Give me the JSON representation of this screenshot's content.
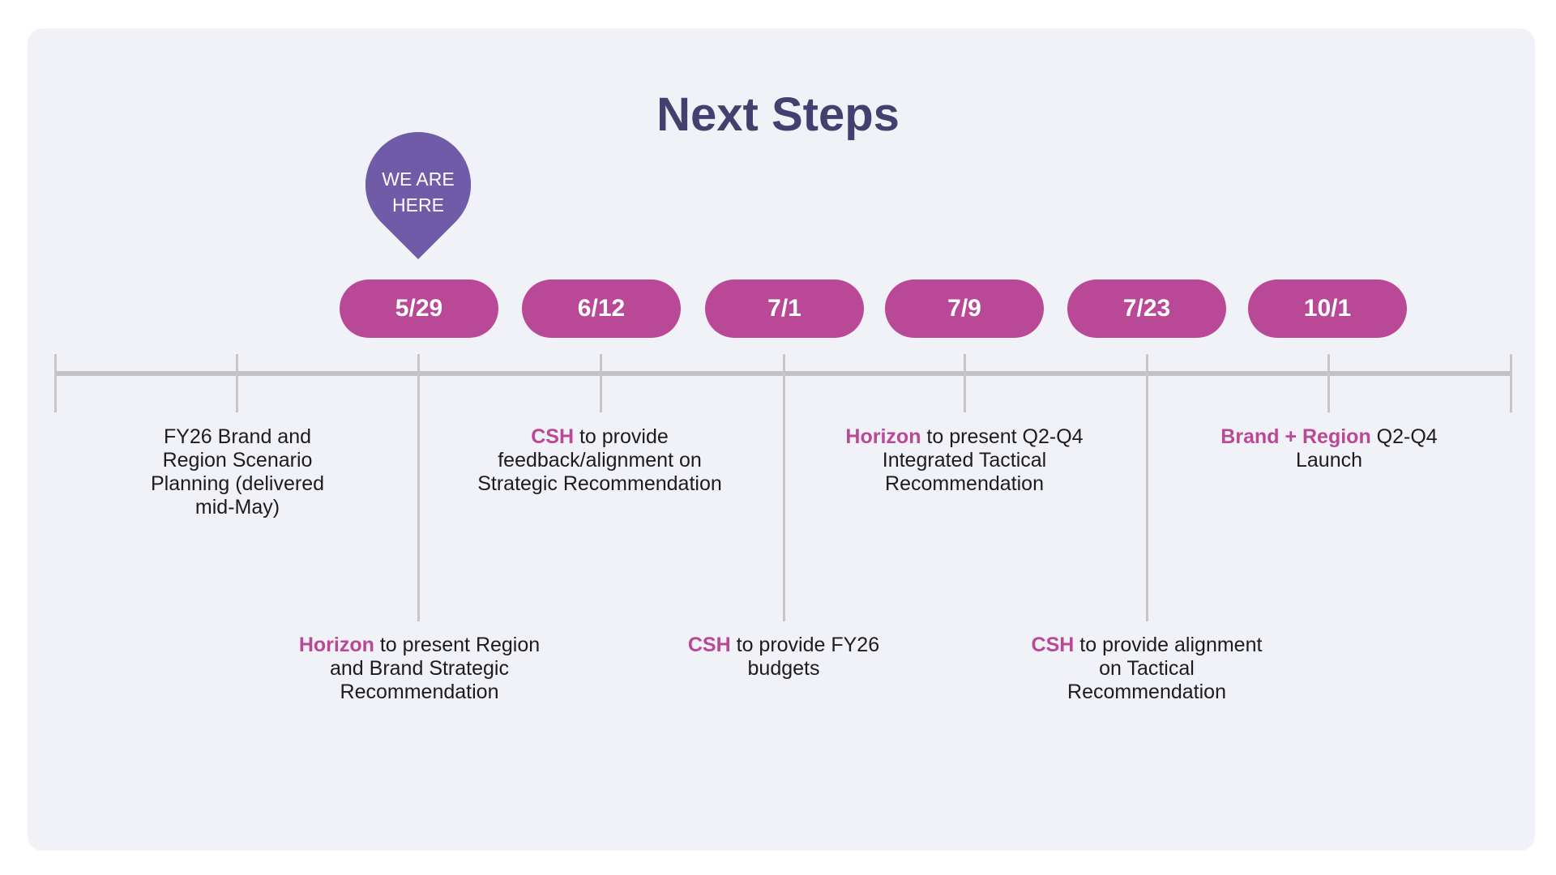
{
  "slide": {
    "title": "Next Steps"
  },
  "marker": {
    "line1": "WE ARE",
    "line2": "HERE",
    "color": "#6f5ba8"
  },
  "colors": {
    "accent": "#b94896",
    "title": "#433f6f",
    "axis": "#c3c3c6",
    "background": "#f1f2f7"
  },
  "milestones": [
    {
      "date": "5/29"
    },
    {
      "date": "6/12"
    },
    {
      "date": "7/1"
    },
    {
      "date": "7/9"
    },
    {
      "date": "7/23"
    },
    {
      "date": "10/1"
    }
  ],
  "events": [
    {
      "highlight": "",
      "text": "FY26 Brand and Region Scenario Planning (delivered mid-May)"
    },
    {
      "highlight": "Horizon",
      "text": " to present Region and Brand Strategic Recommendation"
    },
    {
      "highlight": "CSH",
      "text": " to provide feedback/alignment on Strategic Recommendation"
    },
    {
      "highlight": "CSH",
      "text": " to provide FY26 budgets"
    },
    {
      "highlight": "Horizon",
      "text": " to present Q2-Q4 Integrated Tactical Recommendation"
    },
    {
      "highlight": "CSH",
      "text": " to provide alignment on Tactical Recommendation"
    },
    {
      "highlight": "Brand + Region",
      "text": " Q2-Q4 Launch"
    }
  ]
}
